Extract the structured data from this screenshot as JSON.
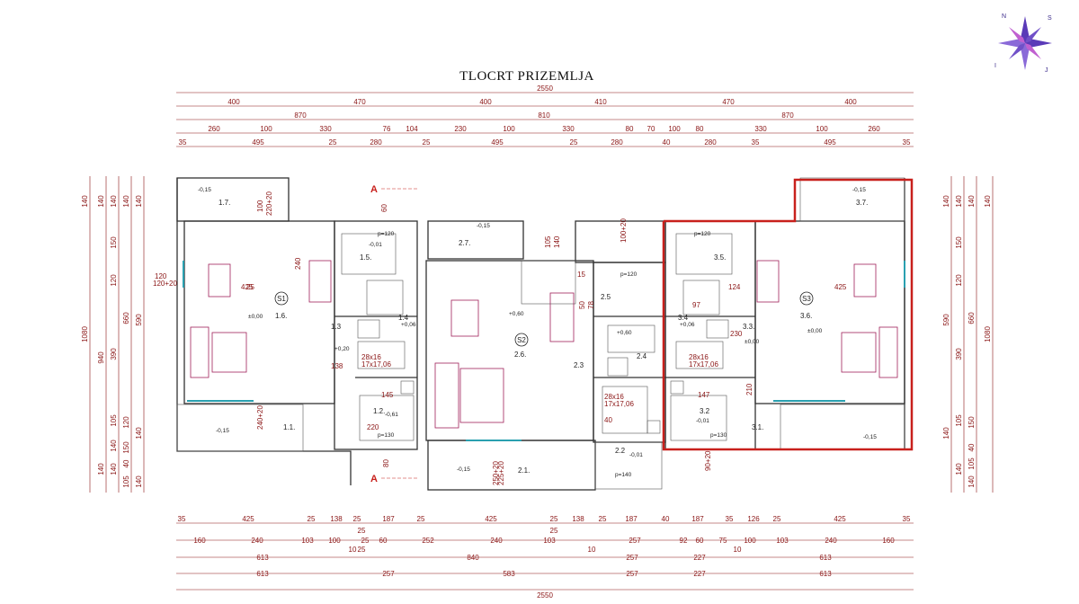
{
  "title": "TLOCRT PRIZEMLJA",
  "compass_letters": [
    "N",
    "S",
    "I",
    "J"
  ],
  "section_marker": "A",
  "top_dims": {
    "total": "2550",
    "row1": [
      "400",
      "470",
      "400",
      "410",
      "470",
      "400"
    ],
    "row2": [
      "870",
      "810",
      "870"
    ],
    "row3": [
      "260",
      "100",
      "330",
      "76",
      "104",
      "230",
      "100",
      "330",
      "80",
      "70",
      "100",
      "80",
      "330",
      "100",
      "260"
    ],
    "row4": [
      "35",
      "495",
      "25",
      "280",
      "25",
      "495",
      "25",
      "280",
      "40",
      "280",
      "35",
      "495",
      "35"
    ]
  },
  "bottom_dims": {
    "row1": [
      "35",
      "425",
      "25",
      "138",
      "25",
      "187",
      "25",
      "425",
      "25",
      "138",
      "25",
      "187",
      "40",
      "187",
      "35",
      "126",
      "25",
      "425",
      "35"
    ],
    "row2": [
      "160",
      "240",
      "103",
      "25",
      "100",
      "25",
      "60",
      "252",
      "240",
      "103",
      "25",
      "257",
      "92",
      "60",
      "75",
      "100",
      "103",
      "240",
      "160"
    ],
    "row2b": [
      "10",
      "25",
      "10",
      "10"
    ],
    "row3": [
      "613",
      "840",
      "257",
      "227",
      "613"
    ],
    "row4": [
      "613",
      "257",
      "583",
      "257",
      "227",
      "613"
    ],
    "total": "2550"
  },
  "left_dims": {
    "col_a": [
      "140",
      "1080"
    ],
    "col_b": [
      "140",
      "940",
      "140"
    ],
    "col_c": [
      "140",
      "150",
      "120",
      "390",
      "105",
      "140",
      "140"
    ],
    "col_d": [
      "140",
      "660",
      "120",
      "150",
      "40",
      "105"
    ],
    "col_e": [
      "140",
      "590",
      "140",
      "140"
    ]
  },
  "right_dims": {
    "col_a": [
      "140",
      "590",
      "140"
    ],
    "col_b": [
      "140",
      "150",
      "120",
      "390",
      "105",
      "140"
    ],
    "col_c": [
      "140",
      "660",
      "150",
      "40",
      "105",
      "140"
    ],
    "col_d": [
      "1080",
      "140"
    ]
  },
  "rooms": [
    "1.1.",
    "1.2.",
    "1.3",
    "1.4",
    "1.5.",
    "1.6.",
    "1.7.",
    "2.1.",
    "2.2",
    "2.3",
    "2.4",
    "2.5",
    "2.6.",
    "2.7.",
    "3.1.",
    "3.2",
    "3.3.",
    "3.4",
    "3.5.",
    "3.6.",
    "3.7."
  ],
  "units": [
    "S1",
    "S2",
    "S3"
  ],
  "levels": {
    "neg015": "-0,15",
    "neg001": "-0,01",
    "zero": "±0,00",
    "p120": "p=120",
    "p130": "p=130",
    "p140": "p=140",
    "neg061": "-0,61",
    "p06": "+0,06",
    "p060": "+0,60",
    "p020": "+0,20"
  },
  "openings": {
    "d1": "100",
    "d2": "220+20",
    "d3": "120",
    "d4": "120+20",
    "d5": "240",
    "d6": "240+20",
    "d7": "60",
    "d8": "100+20",
    "d9": "90+20",
    "d10": "210",
    "d11": "220",
    "d12": "80",
    "d13": "147",
    "d14": "145",
    "d15": "138",
    "d16": "230",
    "d17": "124",
    "d18": "425",
    "d19": "425",
    "d20": "40",
    "d21": "97",
    "d22": "50",
    "d23": "78",
    "d24": "225+20",
    "d25": "250+20",
    "d26": "25",
    "d27": "15",
    "d28": "105",
    "d29": "140"
  },
  "stairs": {
    "s1": "28x16",
    "s1b": "17x17,06",
    "s2": "28x16",
    "s2b": "17x17,06",
    "s3": "28x16",
    "s3b": "17x17,06"
  },
  "colors": {
    "walls": "#333333",
    "dimensions": "#8a1414",
    "highlight": "#c8201c",
    "furniture": "#a0205a",
    "window": "#2aa0b0"
  }
}
